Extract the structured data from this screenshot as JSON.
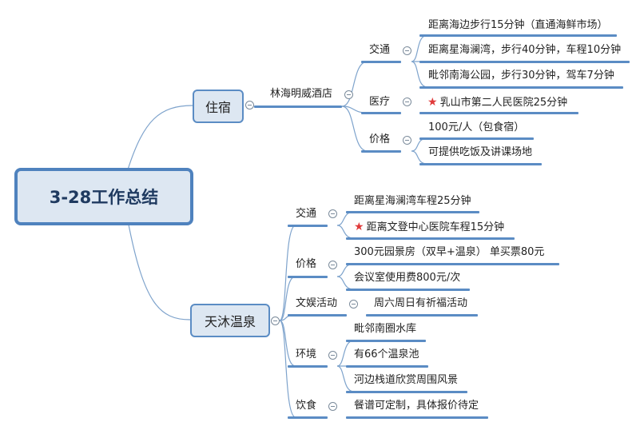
{
  "root": "3-28工作总结",
  "branches": [
    {
      "label": "住宿",
      "hotel": "林海明威酒店",
      "groups": [
        {
          "label": "交通",
          "items": [
            "距离海边步行15分钟（直通海鲜市场）",
            "距离星海澜湾，步行40分钟，车程10分钟",
            "毗邻南海公园，步行30分钟，驾车7分钟"
          ]
        },
        {
          "label": "医疗",
          "items": [
            "乳山市第二人民医院25分钟"
          ]
        },
        {
          "label": "价格",
          "items": [
            "100元/人（包食宿）",
            "可提供吃饭及讲课场地"
          ]
        }
      ]
    },
    {
      "label": "天沐温泉",
      "groups": [
        {
          "label": "交通",
          "items": [
            "距离星海澜湾车程25分钟",
            "距离文登中心医院车程15分钟"
          ]
        },
        {
          "label": "价格",
          "items": [
            "300元园景房（双早+温泉） 单买票80元",
            "会议室使用费800元/次"
          ]
        },
        {
          "label": "文娱活动",
          "items": [
            "周六周日有祈福活动"
          ]
        },
        {
          "label": "环境",
          "items": [
            "毗邻南圈水库",
            "有66个温泉池",
            "河边栈道欣赏周围风景"
          ]
        },
        {
          "label": "饮食",
          "items": [
            "餐谱可定制，具体报价待定"
          ]
        }
      ]
    }
  ],
  "colors": {
    "line": "#5b8cc4",
    "box_fill": "#dde7f2",
    "star": "#e03a3a"
  }
}
